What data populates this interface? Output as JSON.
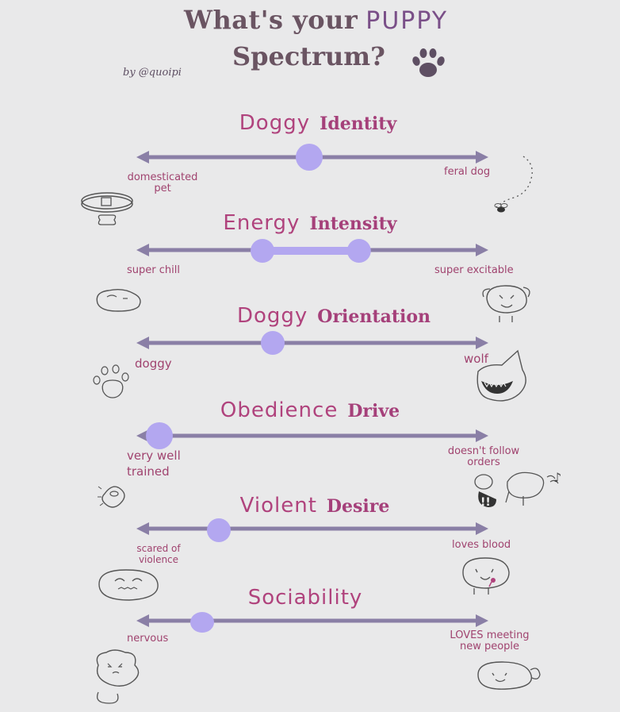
{
  "header": {
    "title_part1": "What's your",
    "title_puppy": "PUPPY",
    "title_part2": "Spectrum?",
    "byline": "by @quoipi"
  },
  "colors": {
    "axis": "#8a7fa6",
    "marker": "#b3a7f0",
    "title_pink": "#b0437d",
    "label_pink": "#a0436f",
    "heading_brown": "#6a5462",
    "background": "#e9e9ea"
  },
  "spectra": [
    {
      "title_a": "Doggy",
      "title_b": "Identity",
      "left_label": "domesticated pet",
      "right_label": "feral dog",
      "left_icon": "dog-collar-icon",
      "right_icon": "fly-buzz-icon",
      "marker_position": 0.49
    },
    {
      "title_a": "Energy",
      "title_b": "Intensity",
      "left_label": "super chill",
      "right_label": "super excitable",
      "left_icon": "sleeping-dog-icon",
      "right_icon": "excited-dog-icon",
      "marker_range": [
        0.35,
        0.64
      ]
    },
    {
      "title_a": "Doggy",
      "title_b": "Orientation",
      "left_label": "doggy",
      "right_label": "wolf",
      "left_icon": "paw-print-icon",
      "right_icon": "wolf-teeth-icon",
      "marker_position": 0.38
    },
    {
      "title_a": "Obedience",
      "title_b": "Drive",
      "left_label": "very well trained",
      "right_label": "doesn't follow orders",
      "left_icon": "clicker-icon",
      "right_icon": "barking-dog-icon",
      "marker_position": 0.04
    },
    {
      "title_a": "Violent",
      "title_b": "Desire",
      "left_label": "scared of violence",
      "right_label": "loves blood",
      "left_icon": "scared-dog-icon",
      "right_icon": "bloody-dog-icon",
      "marker_position": 0.22
    },
    {
      "title_a": "Sociability",
      "title_b": "",
      "left_label": "nervous",
      "right_label": "LOVES meeting new people",
      "left_icon": "nervous-dog-icon",
      "right_icon": "happy-dog-icon",
      "marker_position": 0.17
    }
  ]
}
